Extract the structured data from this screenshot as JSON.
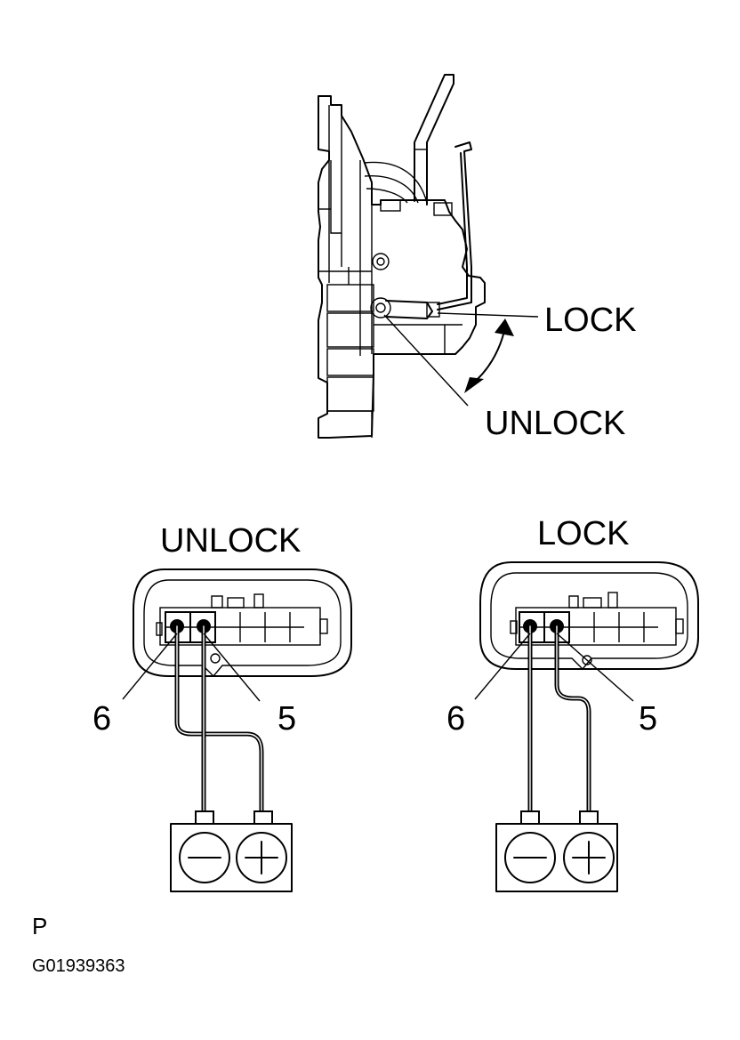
{
  "mechanism": {
    "lock_label": "LOCK",
    "unlock_label": "UNLOCK"
  },
  "connectors": [
    {
      "title": "UNLOCK",
      "left_terminal": "6",
      "right_terminal": "5",
      "battery_left_symbol": "−",
      "battery_right_symbol": "+"
    },
    {
      "title": "LOCK",
      "left_terminal": "6",
      "right_terminal": "5",
      "battery_left_symbol": "−",
      "battery_right_symbol": "+"
    }
  ],
  "footer": {
    "view_letter": "P",
    "figure_code": "G01939363"
  }
}
